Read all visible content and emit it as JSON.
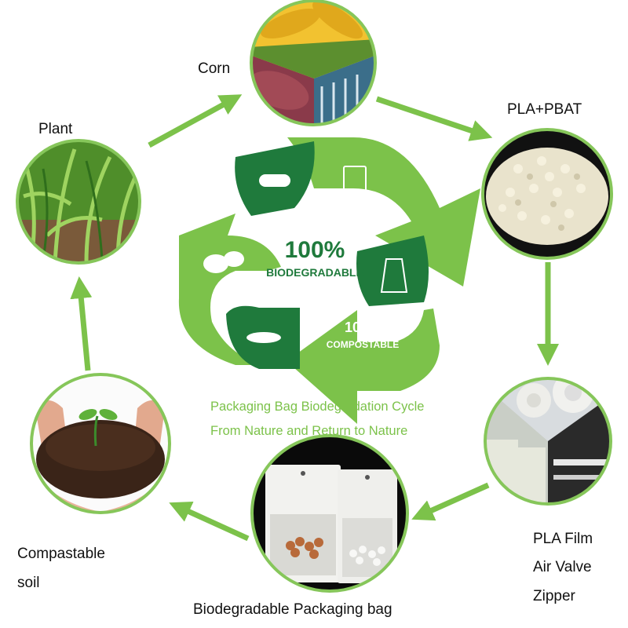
{
  "stages": {
    "corn": "Corn",
    "pla_pbat": "PLA+PBAT",
    "plant": "Plant",
    "pla_film": "PLA Film",
    "air_valve": "Air Valve",
    "zipper": "Zipper",
    "bag": "Biodegradable Packaging bag",
    "soil_line1": "Compastable",
    "soil_line2": "soil"
  },
  "center": {
    "biodegradable_pct": "100%",
    "biodegradable": "BIODEGRADABLE",
    "compostable_pct": "100%",
    "compostable": "COMPOSTABLE"
  },
  "caption": {
    "line1": "Packaging Bag Biodegradation Cycle",
    "line2": "From Nature and Return to Nature"
  },
  "colors": {
    "light_green": "#7cc24a",
    "dark_green": "#1f7a3c",
    "ring_green": "#86c65a"
  },
  "icons": [
    "corn-photo",
    "pellets-photo",
    "plant-photo",
    "film-valve-photo",
    "bag-photo",
    "soil-photo",
    "recycle-arrows-icon"
  ]
}
